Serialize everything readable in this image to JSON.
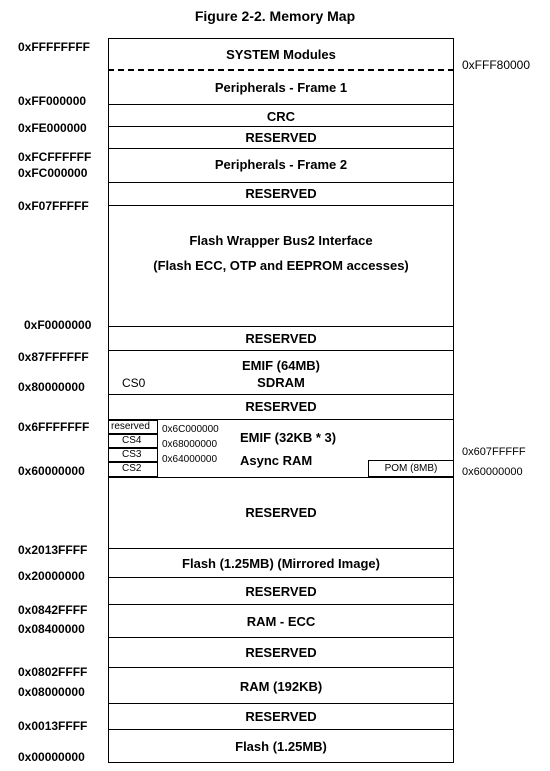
{
  "title": "Figure 2-2. Memory Map",
  "left_addresses": [
    "0xFFFFFFFF",
    "0xFF000000",
    "0xFE000000",
    "0xFCFFFFFF",
    "0xFC000000",
    "0xF07FFFFF",
    "0xF0000000",
    "0x87FFFFFF",
    "0x80000000",
    "0x6FFFFFFF",
    "0x60000000",
    "0x2013FFFF",
    "0x20000000",
    "0x0842FFFF",
    "0x08400000",
    "0x0802FFFF",
    "0x08000000",
    "0x0013FFFF",
    "0x00000000"
  ],
  "right_addresses": [
    "0xFFF80000",
    "0x607FFFFF",
    "0x60000000"
  ],
  "regions": [
    "SYSTEM Modules",
    "Peripherals - Frame 1",
    "CRC",
    "RESERVED",
    "Peripherals - Frame 2",
    "RESERVED",
    "Flash Wrapper Bus2 Interface",
    "(Flash ECC, OTP and EEPROM accesses)",
    "RESERVED",
    "EMIF (64MB)",
    "SDRAM",
    "RESERVED",
    "EMIF (32KB * 3)",
    "Async RAM",
    "RESERVED",
    "Flash (1.25MB) (Mirrored Image)",
    "RESERVED",
    "RAM - ECC",
    "RESERVED",
    "RAM (192KB)",
    "RESERVED",
    "Flash (1.25MB)"
  ],
  "cs0_label": "CS0",
  "async_chip_selects": [
    "reserved",
    "CS4",
    "CS3",
    "CS2"
  ],
  "async_addresses": [
    "0x6C000000",
    "0x68000000",
    "0x64000000"
  ],
  "pom_label": "POM (8MB)"
}
